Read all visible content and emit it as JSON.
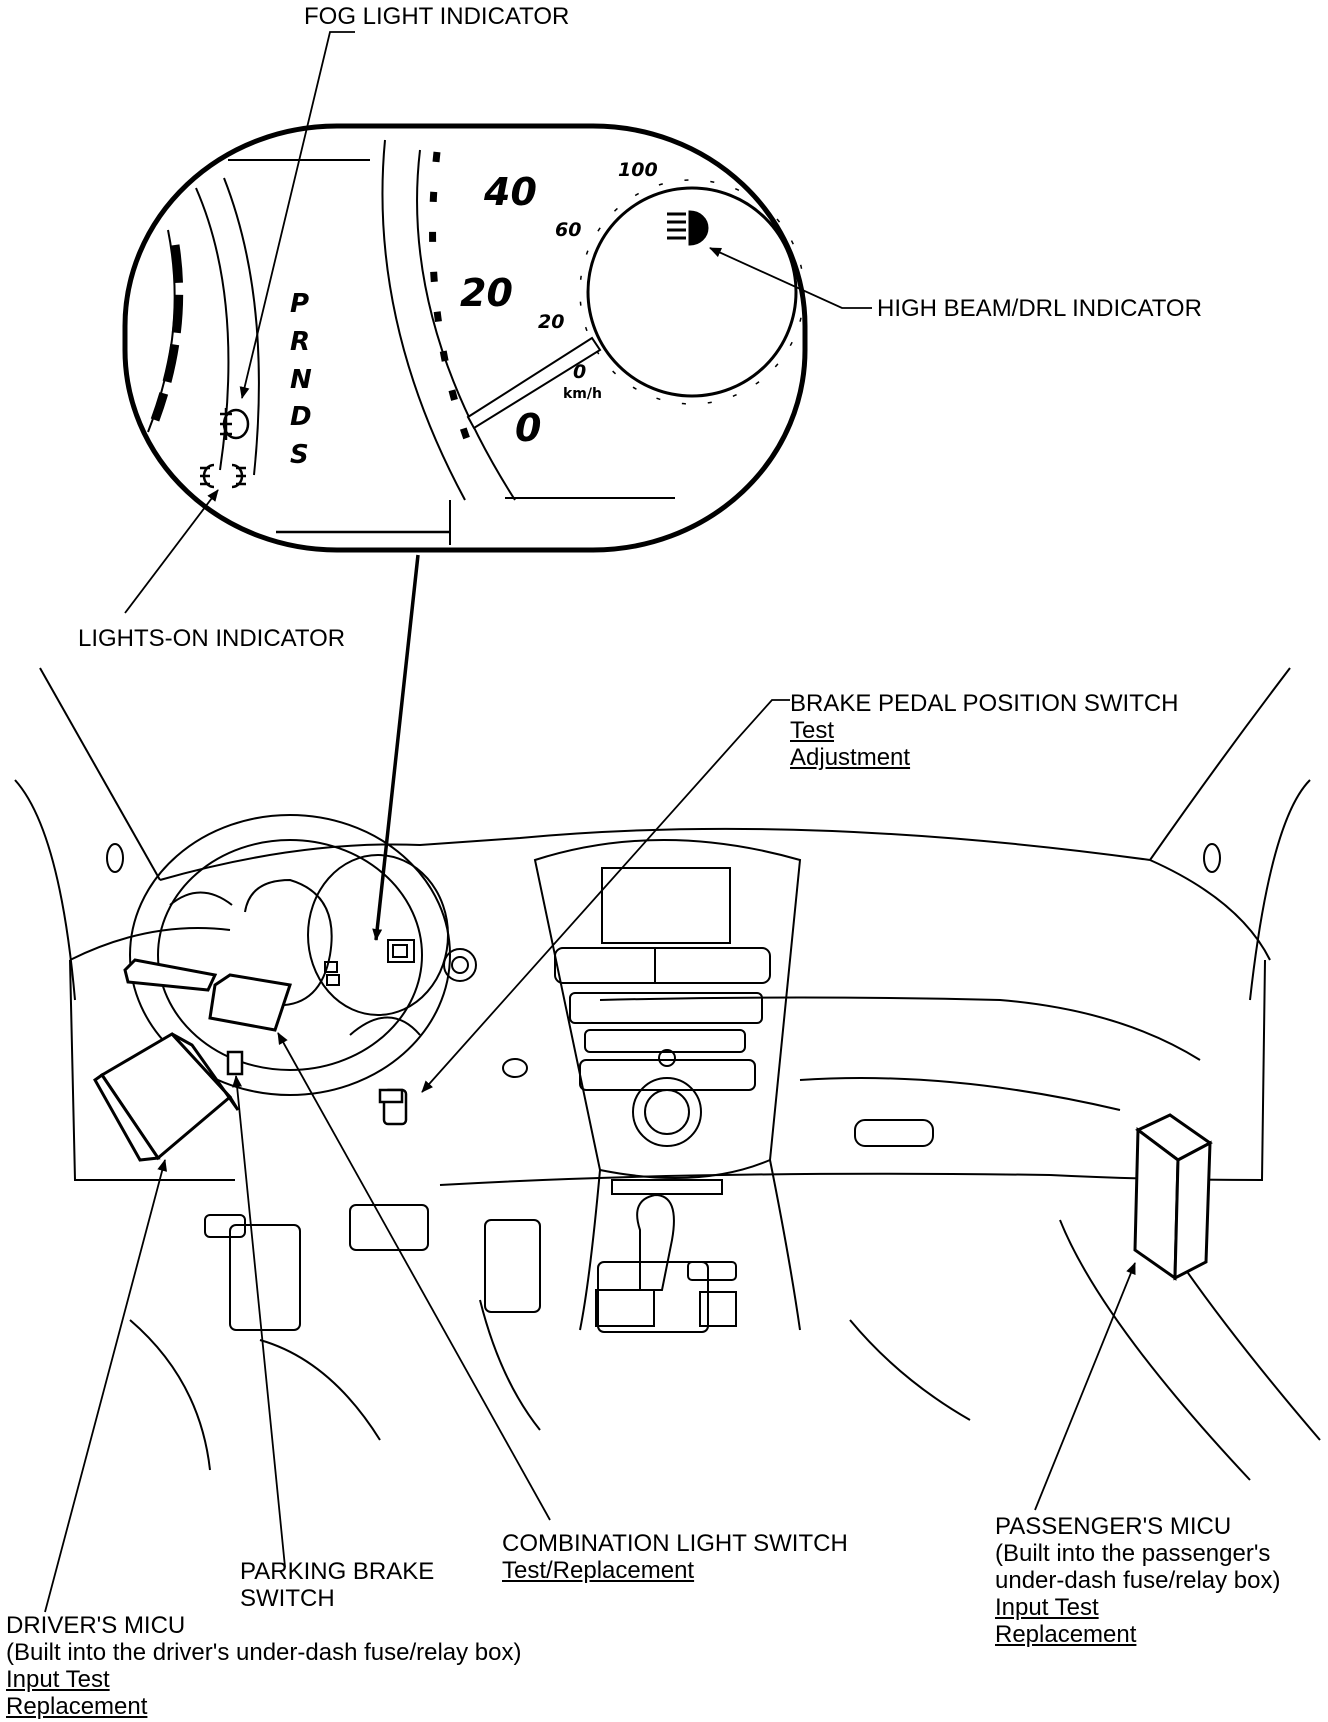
{
  "labels": {
    "fog_light": "FOG LIGHT INDICATOR",
    "high_beam": "HIGH BEAM/DRL INDICATOR",
    "lights_on": "LIGHTS-ON INDICATOR",
    "brake_switch": {
      "title": "BRAKE PEDAL POSITION SWITCH",
      "links": [
        "Test",
        "Adjustment"
      ]
    },
    "combination_switch": {
      "title": "COMBINATION LIGHT SWITCH",
      "links": [
        "Test/Replacement"
      ]
    },
    "parking_brake": {
      "line1": "PARKING BRAKE",
      "line2": "SWITCH"
    },
    "drivers_micu": {
      "title": "DRIVER'S MICU",
      "note": "(Built into the driver's under-dash fuse/relay box)",
      "links": [
        "Input Test",
        "Replacement"
      ]
    },
    "passengers_micu": {
      "title": "PASSENGER'S MICU",
      "note_lines": [
        "(Built into the passenger's",
        "under-dash fuse/relay box)"
      ],
      "links": [
        "Input Test",
        "Replacement"
      ]
    }
  },
  "gauge": {
    "gear_letters": [
      "P",
      "R",
      "N",
      "D",
      "S"
    ],
    "big_numbers": [
      "40",
      "20",
      "0"
    ],
    "small_numbers": [
      "100",
      "60",
      "20",
      "0"
    ],
    "unit": "km/h"
  },
  "icons": [
    "fog-light-icon",
    "lights-on-icon",
    "high-beam-icon"
  ],
  "colors": {
    "line": "#000000",
    "background": "#ffffff"
  }
}
